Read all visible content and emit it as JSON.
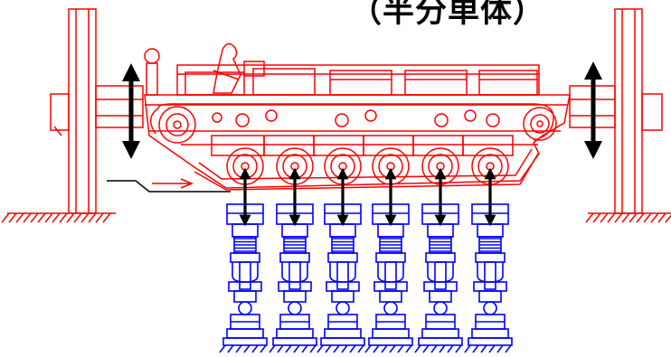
{
  "title": "（半分単体）",
  "colors": {
    "vehicle": "#ff0000",
    "jacks": "#0000ff",
    "arrows": "#000000",
    "background": "#ffffff"
  },
  "wheel_stations": 6,
  "jack_count": 6,
  "lifting_posts": 2
}
